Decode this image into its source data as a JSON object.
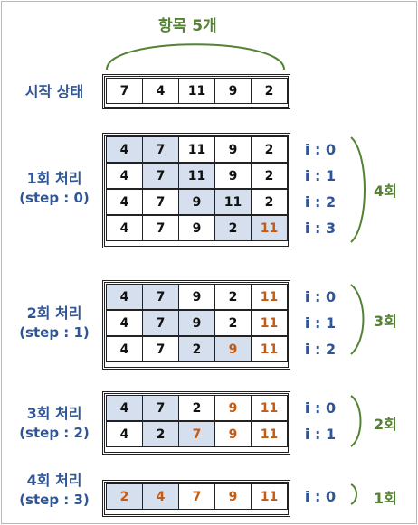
{
  "header": {
    "label": "항목 5개"
  },
  "start": {
    "label": "시작 상태",
    "cells": [
      {
        "v": "7",
        "hl": false,
        "done": false
      },
      {
        "v": "4",
        "hl": false,
        "done": false
      },
      {
        "v": "11",
        "hl": false,
        "done": false
      },
      {
        "v": "9",
        "hl": false,
        "done": false
      },
      {
        "v": "2",
        "hl": false,
        "done": false
      }
    ]
  },
  "passes": [
    {
      "title": "1회 처리",
      "step": "(step : 0)",
      "count": "4회",
      "rows": [
        {
          "i": "i : 0",
          "cells": [
            {
              "v": "4",
              "hl": true
            },
            {
              "v": "7",
              "hl": true
            },
            {
              "v": "11",
              "hl": false
            },
            {
              "v": "9",
              "hl": false
            },
            {
              "v": "2",
              "hl": false
            }
          ]
        },
        {
          "i": "i : 1",
          "cells": [
            {
              "v": "4",
              "hl": false
            },
            {
              "v": "7",
              "hl": true
            },
            {
              "v": "11",
              "hl": true
            },
            {
              "v": "9",
              "hl": false
            },
            {
              "v": "2",
              "hl": false
            }
          ]
        },
        {
          "i": "i : 2",
          "cells": [
            {
              "v": "4",
              "hl": false
            },
            {
              "v": "7",
              "hl": false
            },
            {
              "v": "9",
              "hl": true
            },
            {
              "v": "11",
              "hl": true
            },
            {
              "v": "2",
              "hl": false
            }
          ]
        },
        {
          "i": "i : 3",
          "cells": [
            {
              "v": "4",
              "hl": false
            },
            {
              "v": "7",
              "hl": false
            },
            {
              "v": "9",
              "hl": false
            },
            {
              "v": "2",
              "hl": true
            },
            {
              "v": "11",
              "hl": true,
              "done": true
            }
          ]
        }
      ]
    },
    {
      "title": "2회 처리",
      "step": "(step : 1)",
      "count": "3회",
      "rows": [
        {
          "i": "i : 0",
          "cells": [
            {
              "v": "4",
              "hl": true
            },
            {
              "v": "7",
              "hl": true
            },
            {
              "v": "9",
              "hl": false
            },
            {
              "v": "2",
              "hl": false
            },
            {
              "v": "11",
              "hl": false,
              "done": true
            }
          ]
        },
        {
          "i": "i : 1",
          "cells": [
            {
              "v": "4",
              "hl": false
            },
            {
              "v": "7",
              "hl": true
            },
            {
              "v": "9",
              "hl": true
            },
            {
              "v": "2",
              "hl": false
            },
            {
              "v": "11",
              "hl": false,
              "done": true
            }
          ]
        },
        {
          "i": "i : 2",
          "cells": [
            {
              "v": "4",
              "hl": false
            },
            {
              "v": "7",
              "hl": false
            },
            {
              "v": "2",
              "hl": true
            },
            {
              "v": "9",
              "hl": true,
              "done": true
            },
            {
              "v": "11",
              "hl": false,
              "done": true
            }
          ]
        }
      ]
    },
    {
      "title": "3회 처리",
      "step": "(step : 2)",
      "count": "2회",
      "rows": [
        {
          "i": "i : 0",
          "cells": [
            {
              "v": "4",
              "hl": true
            },
            {
              "v": "7",
              "hl": true
            },
            {
              "v": "2",
              "hl": false
            },
            {
              "v": "9",
              "hl": false,
              "done": true
            },
            {
              "v": "11",
              "hl": false,
              "done": true
            }
          ]
        },
        {
          "i": "i : 1",
          "cells": [
            {
              "v": "4",
              "hl": false
            },
            {
              "v": "2",
              "hl": true
            },
            {
              "v": "7",
              "hl": true,
              "done": true
            },
            {
              "v": "9",
              "hl": false,
              "done": true
            },
            {
              "v": "11",
              "hl": false,
              "done": true
            }
          ]
        }
      ]
    },
    {
      "title": "4회 처리",
      "step": "(step : 3)",
      "count": "1회",
      "rows": [
        {
          "i": "i : 0",
          "cells": [
            {
              "v": "2",
              "hl": true,
              "done": true
            },
            {
              "v": "4",
              "hl": true,
              "done": true
            },
            {
              "v": "7",
              "hl": false,
              "done": true
            },
            {
              "v": "9",
              "hl": false,
              "done": true
            },
            {
              "v": "11",
              "hl": false,
              "done": true
            }
          ]
        }
      ]
    }
  ],
  "colors": {
    "label_blue": "#2f5597",
    "count_green": "#548235",
    "highlight": "#d6dfee",
    "sorted_orange": "#c55a11"
  }
}
